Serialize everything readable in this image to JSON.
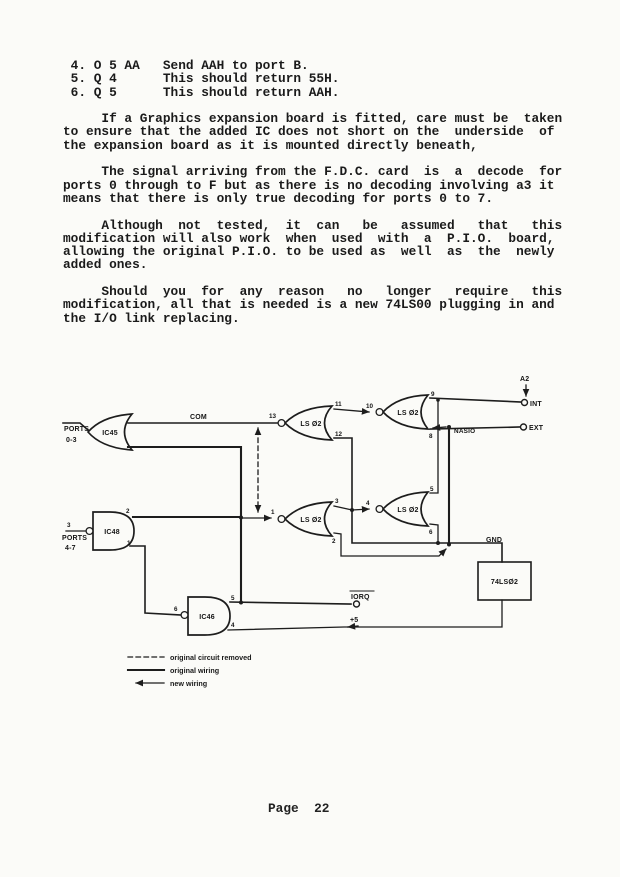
{
  "page": {
    "footer": "Page  22"
  },
  "text_lines": [
    " 4. O 5 AA   Send AAH to port B.",
    " 5. Q 4      This should return 55H.",
    " 6. Q 5      This should return AAH.",
    "",
    "     If a Graphics expansion board is fitted, care must be  taken",
    "to ensure that the added IC does not short on the  underside  of",
    "the expansion board as it is mounted directly beneath,",
    "",
    "     The signal arriving from the F.D.C. card  is  a  decode  for",
    "ports 0 through to F but as there is no decoding involving a3 it",
    "means that there is only true decoding for ports 0 to 7.",
    "",
    "     Although  not  tested,  it  can   be   assumed   that   this",
    "modification will also work  when  used  with  a  P.I.O.  board,",
    "allowing the original P.I.O. to be used as  well  as  the  newly",
    "added ones.",
    "",
    "     Should  you  for  any  reason   no   longer   require   this",
    "modification, all that is needed is a new 74LS00 plugging in and",
    "the I/O link replacing."
  ],
  "diagram": {
    "ports03_line1": "PORTS",
    "ports03_line2": "0-3",
    "ic45": "IC45",
    "com": "COM",
    "gate_a": {
      "name": "LS Ø2",
      "out": "13",
      "in1": "11",
      "in2": "12"
    },
    "gate_b": {
      "name": "LS Ø2",
      "out": "10",
      "in1": "9",
      "in2": "8"
    },
    "gate_c": {
      "name": "LS Ø2",
      "out": "1",
      "in1": "3",
      "in2": "2"
    },
    "gate_d": {
      "name": "LS Ø2",
      "out": "4",
      "in1": "5",
      "in2": "6"
    },
    "a2": "A2",
    "int": "INT",
    "ext": "EXT",
    "nasio": "NASIO",
    "and_top": {
      "name": "IC48",
      "out": "3",
      "in1": "2",
      "in2": "1",
      "src_line1": "PORTS",
      "src_line2": "4-7"
    },
    "and_bottom": {
      "name": "IC46",
      "out": "6",
      "in1": "5",
      "in2": "4"
    },
    "iorq": "IORQ",
    "plus5": "+5",
    "gnd": "GND",
    "chip_box": "74LSØ2",
    "legend": {
      "removed": "original circuit removed",
      "original": "original wiring",
      "new": "new wiring"
    }
  }
}
